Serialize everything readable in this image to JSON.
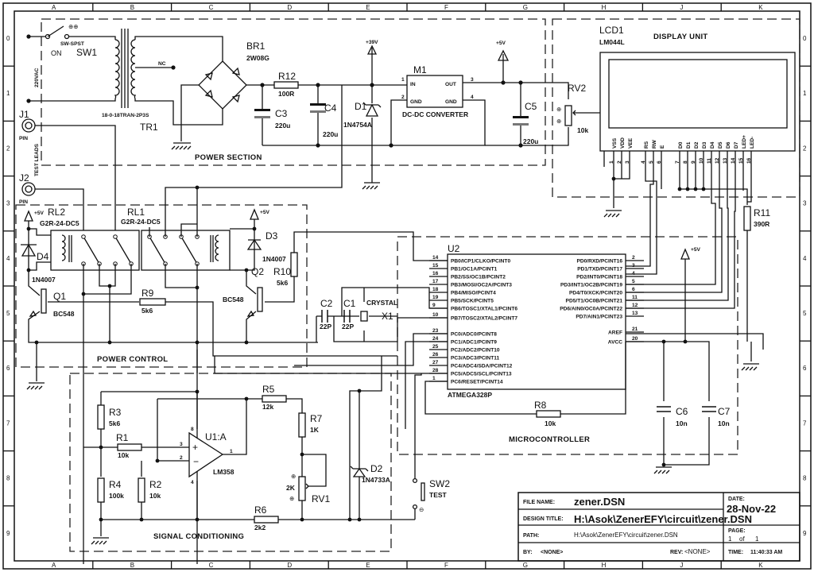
{
  "frame": {
    "columns": [
      "A",
      "B",
      "C",
      "D",
      "E",
      "F",
      "G",
      "H",
      "J",
      "K"
    ],
    "rows": [
      "0",
      "1",
      "2",
      "3",
      "4",
      "5",
      "6",
      "7",
      "8",
      "9"
    ]
  },
  "sections": {
    "power": "POWER SECTION",
    "display": "DISPLAY UNIT",
    "power_control": "POWER CONTROL",
    "micro": "MICROCONTROLLER",
    "signal": "SIGNAL CONDITIONING"
  },
  "power_section": {
    "input_label": "220VAC",
    "sw1": {
      "type": "SW-SPST",
      "ref": "SW1",
      "state": "ON"
    },
    "tr1": {
      "ref": "TR1",
      "value": "18-0-18TRAN-2P3S",
      "nc": "NC"
    },
    "br1": {
      "ref": "BR1",
      "value": "2W08G"
    },
    "r12": {
      "ref": "R12",
      "value": "100R"
    },
    "c3": {
      "ref": "C3",
      "value": "220u"
    },
    "c4": {
      "ref": "C4",
      "value": "220u"
    },
    "d1": {
      "ref": "D1",
      "value": "1N4754A"
    },
    "v39": "+39V",
    "m1": {
      "ref": "M1",
      "value": "DC-DC CONVERTER",
      "in": "IN",
      "out": "OUT",
      "gnd": "GND",
      "pins": [
        "1",
        "2",
        "3",
        "4"
      ]
    },
    "v5": "+5V",
    "c5": {
      "ref": "C5",
      "value": "220u"
    },
    "rv2": {
      "ref": "RV2",
      "value": "10k"
    }
  },
  "test_leads": {
    "label": "TEST LEADS",
    "j1": "J1",
    "j2": "J2",
    "pin": "PIN"
  },
  "display_unit": {
    "ref": "LCD1",
    "value": "LM044L",
    "pins": [
      {
        "name": "VSS",
        "num": "1"
      },
      {
        "name": "VDD",
        "num": "2"
      },
      {
        "name": "VEE",
        "num": "3"
      },
      {
        "name": "RS",
        "num": "4"
      },
      {
        "name": "RW",
        "num": "5"
      },
      {
        "name": "E",
        "num": "6"
      },
      {
        "name": "D0",
        "num": "7"
      },
      {
        "name": "D1",
        "num": "8"
      },
      {
        "name": "D2",
        "num": "9"
      },
      {
        "name": "D3",
        "num": "10"
      },
      {
        "name": "D4",
        "num": "11"
      },
      {
        "name": "D5",
        "num": "12"
      },
      {
        "name": "D6",
        "num": "13"
      },
      {
        "name": "D7",
        "num": "14"
      },
      {
        "name": "LED+",
        "num": "15"
      },
      {
        "name": "LED-",
        "num": "16"
      }
    ],
    "r11": {
      "ref": "R11",
      "value": "390R"
    }
  },
  "power_control": {
    "rl2": {
      "ref": "RL2",
      "value": "G2R-24-DC5"
    },
    "rl1": {
      "ref": "RL1",
      "value": "G2R-24-DC5"
    },
    "d4": {
      "ref": "D4",
      "value": "1N4007"
    },
    "d3": {
      "ref": "D3",
      "value": "1N4007"
    },
    "q1": {
      "ref": "Q1",
      "value": "BC548"
    },
    "q2": {
      "ref": "Q2",
      "value": "BC548"
    },
    "r9": {
      "ref": "R9",
      "value": "5k6"
    },
    "r10": {
      "ref": "R10",
      "value": "5k6"
    },
    "v5": "+5V"
  },
  "crystal": {
    "c2": {
      "ref": "C2",
      "value": "22P"
    },
    "c1": {
      "ref": "C1",
      "value": "22P"
    },
    "x1": {
      "ref": "X1",
      "value": "CRYSTAL"
    }
  },
  "microcontroller": {
    "ref": "U2",
    "value": "ATMEGA328P",
    "left_pins": [
      {
        "num": "14",
        "name": "PB0/ICP1/CLKO/PCINT0"
      },
      {
        "num": "15",
        "name": "PB1/OC1A/PCINT1"
      },
      {
        "num": "16",
        "name": "PB2/SS/OC1B/PCINT2"
      },
      {
        "num": "17",
        "name": "PB3/MOSI/OC2A/PCINT3"
      },
      {
        "num": "18",
        "name": "PB4/MISO/PCINT4"
      },
      {
        "num": "19",
        "name": "PB5/SCK/PCINT5"
      },
      {
        "num": "9",
        "name": "PB6/TOSC1/XTAL1/PCINT6"
      },
      {
        "num": "10",
        "name": "PB7/TOSC2/XTAL2/PCINT7"
      },
      {
        "num": "23",
        "name": "PC0/ADC0/PCINT8"
      },
      {
        "num": "24",
        "name": "PC1/ADC1/PCINT9"
      },
      {
        "num": "25",
        "name": "PC2/ADC2/PCINT10"
      },
      {
        "num": "26",
        "name": "PC3/ADC3/PCINT11"
      },
      {
        "num": "27",
        "name": "PC4/ADC4/SDA/PCINT12"
      },
      {
        "num": "28",
        "name": "PC5/ADC5/SCL/PCINT13"
      },
      {
        "num": "1",
        "name": "PC6/RESET/PCINT14"
      }
    ],
    "right_pins": [
      {
        "num": "2",
        "name": "PD0/RXD/PCINT16"
      },
      {
        "num": "3",
        "name": "PD1/TXD/PCINT17"
      },
      {
        "num": "4",
        "name": "PD2/INT0/PCINT18"
      },
      {
        "num": "5",
        "name": "PD3/INT1/OC2B/PCINT19"
      },
      {
        "num": "6",
        "name": "PD4/T0/XCK/PCINT20"
      },
      {
        "num": "11",
        "name": "PD5/T1/OC0B/PCINT21"
      },
      {
        "num": "12",
        "name": "PD6/AIN0/OC0A/PCINT22"
      },
      {
        "num": "13",
        "name": "PD7/AIN1/PCINT23"
      },
      {
        "num": "21",
        "name": "AREF"
      },
      {
        "num": "20",
        "name": "AVCC"
      }
    ],
    "r8": {
      "ref": "R8",
      "value": "10k"
    },
    "c6": {
      "ref": "C6",
      "value": "10n"
    },
    "c7": {
      "ref": "C7",
      "value": "10n"
    },
    "v5": "+5V"
  },
  "signal_conditioning": {
    "r3": {
      "ref": "R3",
      "value": "5k6"
    },
    "r1": {
      "ref": "R1",
      "value": "10k"
    },
    "r4": {
      "ref": "R4",
      "value": "100k"
    },
    "r2": {
      "ref": "R2",
      "value": "10k"
    },
    "u1": {
      "ref": "U1:A",
      "value": "LM358",
      "pins": [
        "3",
        "2",
        "1",
        "8",
        "4"
      ]
    },
    "r5": {
      "ref": "R5",
      "value": "12k"
    },
    "r7": {
      "ref": "R7",
      "value": "1K"
    },
    "rv1": {
      "ref": "RV1",
      "value": "2K"
    },
    "r6": {
      "ref": "R6",
      "value": "2k2"
    },
    "d2": {
      "ref": "D2",
      "value": "1N4733A"
    },
    "sw2": {
      "ref": "SW2",
      "value": "TEST"
    }
  },
  "title_block": {
    "file_name_label": "FILE NAME:",
    "file_name": "zener.DSN",
    "design_title_label": "DESIGN TITLE:",
    "design_title": "H:\\Asok\\ZenerEFY\\circuit\\zener.DSN",
    "path_label": "PATH:",
    "path": "H:\\Asok\\ZenerEFY\\circuit\\zener.DSN",
    "by_label": "BY:",
    "by": "<NONE>",
    "rev_label": "REV:",
    "rev": "<NONE>",
    "date_label": "DATE:",
    "date": "28-Nov-22",
    "page_label": "PAGE:",
    "page": "1",
    "page_of": "of",
    "page_total": "1",
    "time_label": "TIME:",
    "time": "11:40:33 AM"
  }
}
